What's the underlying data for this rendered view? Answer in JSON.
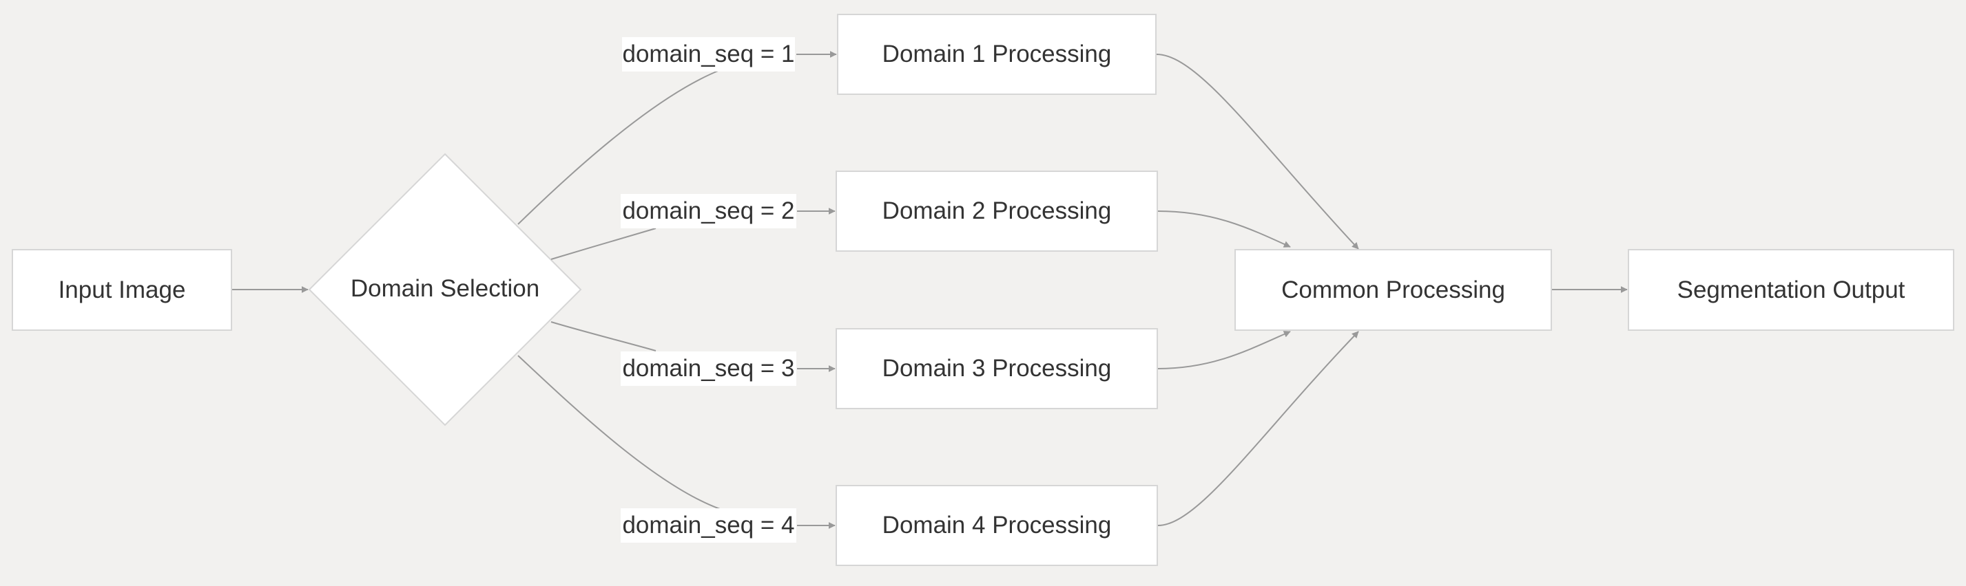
{
  "nodes": {
    "input": "Input Image",
    "decision": "Domain Selection",
    "domain1": "Domain 1 Processing",
    "domain2": "Domain 2 Processing",
    "domain3": "Domain 3 Processing",
    "domain4": "Domain 4 Processing",
    "common": "Common Processing",
    "output": "Segmentation Output"
  },
  "edge_labels": {
    "seq1": "domain_seq = 1",
    "seq2": "domain_seq = 2",
    "seq3": "domain_seq = 3",
    "seq4": "domain_seq = 4"
  },
  "colors": {
    "background": "#f2f1ef",
    "node_fill": "#ffffff",
    "node_border": "#d6d6d6",
    "edge": "#999999",
    "text": "#333333"
  }
}
